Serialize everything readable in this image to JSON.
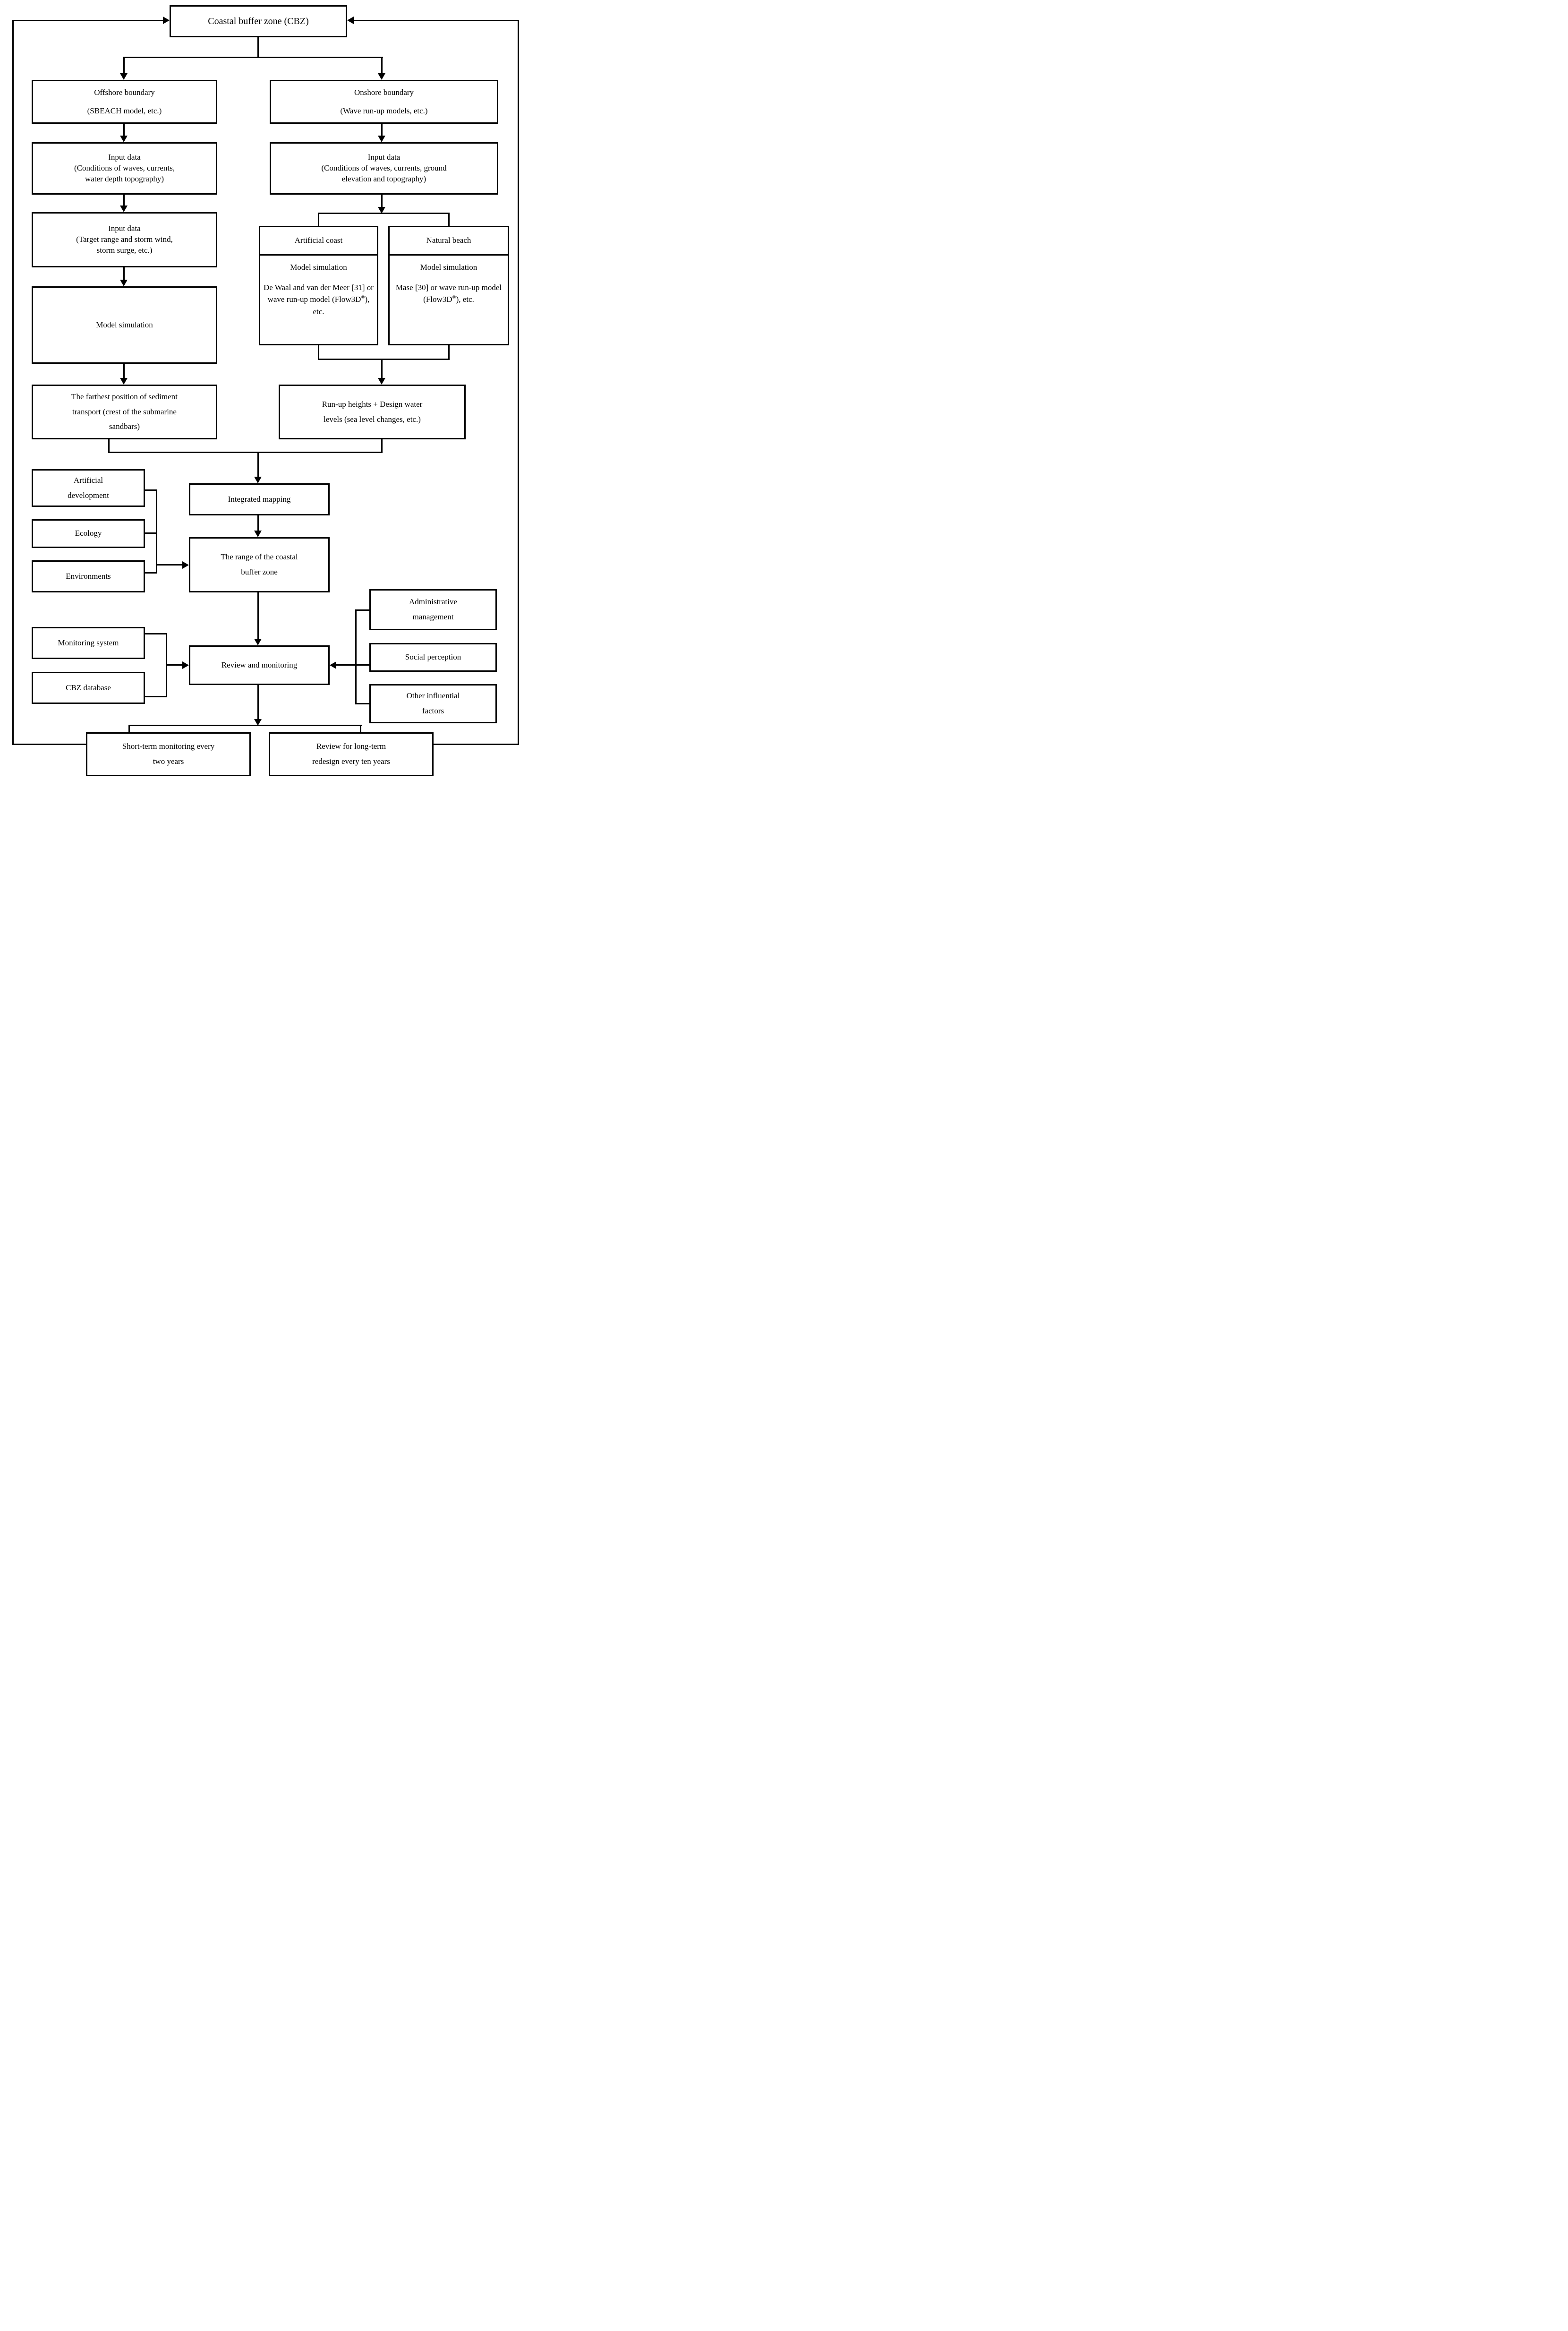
{
  "canvas": {
    "background": "#ffffff",
    "line_color": "#000000",
    "box_fill": "#ffffff"
  },
  "nodes": {
    "cbz": {
      "label": "Coastal buffer zone (CBZ)"
    },
    "offshore_boundary": {
      "line1": "Offshore boundary",
      "line2": "(SBEACH model, etc.)"
    },
    "onshore_boundary": {
      "line1": "Onshore boundary",
      "line2": "(Wave run-up models, etc.)"
    },
    "input_data_offshore": {
      "line1": "Input data",
      "line2": "(Conditions of waves, currents,",
      "line3": "water depth topography)"
    },
    "input_data_onshore": {
      "line1": "Input data",
      "line2": "(Conditions of waves, currents, ground",
      "line3": "elevation and topography)"
    },
    "input_data_storm": {
      "line1": "Input data",
      "line2": "(Target range and storm wind,",
      "line3": "storm surge, etc.)"
    },
    "model_simulation_offshore": {
      "label": "Model simulation"
    },
    "artificial_coast": {
      "header": "Artificial coast",
      "title": "Model simulation",
      "text_pre": "De Waal and van der Meer [31] or wave run-up model (Flow3D",
      "sup": "®",
      "text_post": "), etc."
    },
    "natural_beach": {
      "header": "Natural beach",
      "title": "Model simulation",
      "text_pre": "Mase [30] or wave run-up model (Flow3D",
      "sup": "®",
      "text_post": "), etc."
    },
    "farthest_position": {
      "line1": "The farthest position of sediment",
      "line2": "transport (crest of the submarine",
      "line3": "sandbars)"
    },
    "runup_heights": {
      "line1": "Run-up heights + Design water",
      "line2": "levels (sea level changes, etc.)"
    },
    "integrated_mapping": {
      "label": "Integrated mapping"
    },
    "range_cbz": {
      "line1": "The range of the coastal",
      "line2": "buffer zone"
    },
    "artificial_development": {
      "line1": "Artificial",
      "line2": "development"
    },
    "ecology": {
      "label": "Ecology"
    },
    "environments": {
      "label": "Environments"
    },
    "monitoring_system": {
      "label": "Monitoring system"
    },
    "cbz_database": {
      "label": "CBZ database"
    },
    "review_monitoring": {
      "label": "Review and monitoring"
    },
    "administrative_management": {
      "line1": "Administrative",
      "line2": "management"
    },
    "social_perception": {
      "label": "Social perception"
    },
    "other_factors": {
      "line1": "Other influential",
      "line2": "factors"
    },
    "short_term": {
      "line1": "Short-term monitoring every",
      "line2": "two years"
    },
    "long_term": {
      "line1": "Review for long-term",
      "line2": "redesign every ten years"
    }
  }
}
